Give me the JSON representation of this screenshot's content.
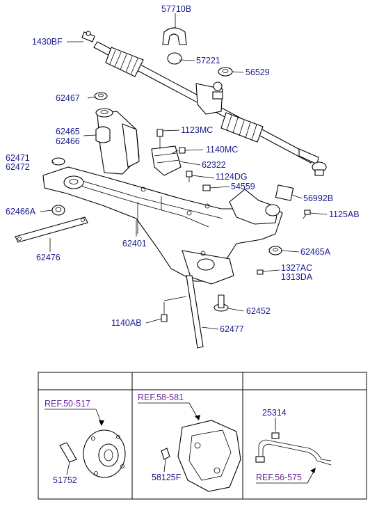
{
  "labels": {
    "p57710B": "57710B",
    "p1430BF": "1430BF",
    "p57221": "57221",
    "p56529": "56529",
    "p62467": "62467",
    "p62465": "62465",
    "p62466": "62466",
    "p1123MC": "1123MC",
    "p1140MC": "1140MC",
    "p62471": "62471",
    "p62472": "62472",
    "p62322": "62322",
    "p1124DG": "1124DG",
    "p54559": "54559",
    "p56992B": "56992B",
    "p62466A": "62466A",
    "p1125AB": "1125AB",
    "p62401": "62401",
    "p62476": "62476",
    "p62465A": "62465A",
    "p1327AC": "1327AC",
    "p1313DA": "1313DA",
    "p62452": "62452",
    "p1140AB": "1140AB",
    "p62477": "62477",
    "p25314": "25314",
    "p51752": "51752",
    "p58125F": "58125F"
  },
  "refs": {
    "ref1": "REF.50-517",
    "ref2": "REF.58-581",
    "ref3": "REF.56-575"
  }
}
